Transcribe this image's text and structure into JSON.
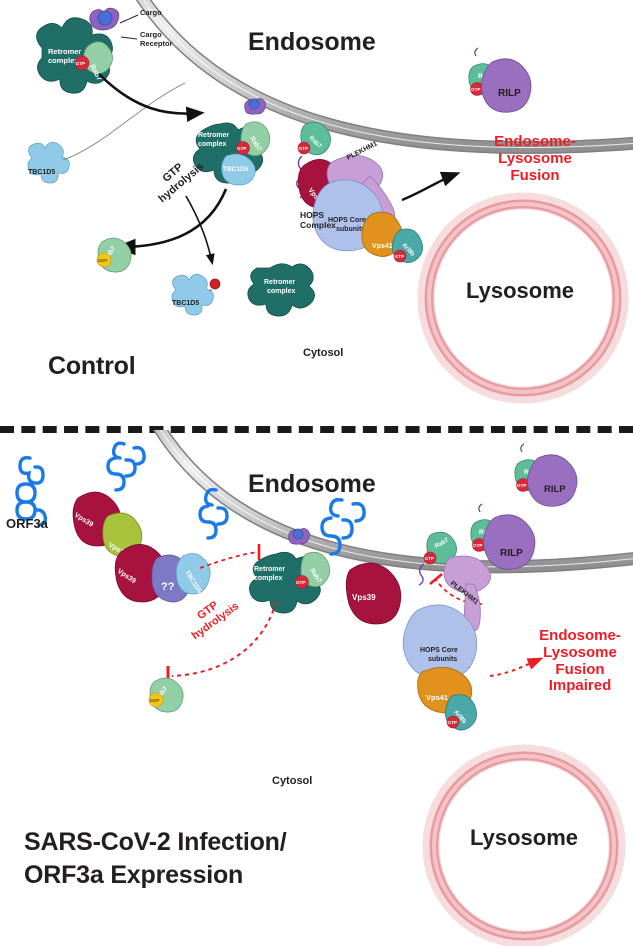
{
  "figure": {
    "type": "biological-pathway-diagram",
    "panels": [
      {
        "id": "control",
        "title": "Control",
        "compartments": {
          "endosome_label": "Endosome",
          "lysosome_label": "Lysosome",
          "cytosol_label": "Cytosol"
        },
        "callouts": [
          {
            "id": "cargo",
            "text": "Cargo"
          },
          {
            "id": "cargo-receptor",
            "text": "Cargo\nReceptor"
          }
        ],
        "proteins": [
          {
            "id": "retromer-top",
            "label": "Retromer\ncomplex",
            "color": "#1f6e68"
          },
          {
            "id": "rab7-top",
            "label": "Rab7",
            "color": "#93cfa4",
            "nucleotide": "GTP"
          },
          {
            "id": "tbc1d5-free",
            "label": "TBC1D5",
            "color": "#8fcbe8"
          },
          {
            "id": "retromer-mid",
            "label": "Retromer\ncomplex",
            "color": "#1f6e68"
          },
          {
            "id": "rab7-mid",
            "label": "Rab7",
            "color": "#93cfa4",
            "nucleotide": "GTP"
          },
          {
            "id": "tbc1d5-mid",
            "label": "TBC1D5",
            "color": "#8fcbe8"
          },
          {
            "id": "rab7-hops",
            "label": "Rab7",
            "color": "#5dbd9b",
            "nucleotide": "GTP"
          },
          {
            "id": "vps39",
            "label": "Vps39",
            "color": "#a8123e"
          },
          {
            "id": "plekhm1",
            "label": "PLEKHM1",
            "color": "#c79ed6"
          },
          {
            "id": "hops-core",
            "label": "HOPS Core\nsubunits",
            "color": "#aec1ea"
          },
          {
            "id": "vps41",
            "label": "Vps41",
            "color": "#e0921c"
          },
          {
            "id": "arl8b",
            "label": "Arl8b",
            "color": "#4aa8a8",
            "nucleotide": "GTP"
          },
          {
            "id": "rab7-rilp",
            "label": "Rab7",
            "color": "#5dbd9b",
            "nucleotide": "GTP"
          },
          {
            "id": "rilp",
            "label": "RILP",
            "color": "#9a6fc0"
          },
          {
            "id": "rab7-gdp",
            "label": "Rab7",
            "color": "#93cfa4",
            "nucleotide": "GDP"
          },
          {
            "id": "retromer-free",
            "label": "Retromer\ncomplex",
            "color": "#1f6e68"
          },
          {
            "id": "phosphate",
            "label": "Pi",
            "color": "#cc2222"
          }
        ],
        "complex_labels": [
          {
            "id": "hops-complex",
            "text": "HOPS\nComplex"
          }
        ],
        "reactions": [
          {
            "id": "gtp-hydrolysis",
            "text": "GTP\nhydrolysis",
            "style": "solid-arrow"
          }
        ],
        "outcome": {
          "id": "fusion",
          "text": "Endosome-\nLysosome\nFusion",
          "color": "#ee1c25"
        }
      },
      {
        "id": "infected",
        "title": "SARS-CoV-2 Infection/\nORF3a Expression",
        "compartments": {
          "endosome_label": "Endosome",
          "lysosome_label": "Lysosome",
          "cytosol_label": "Cytosol"
        },
        "proteins": [
          {
            "id": "orf3a-free",
            "label": "ORF3a",
            "color": "#1a7ae8"
          },
          {
            "id": "vps39-a",
            "label": "Vps39",
            "color": "#a8123e"
          },
          {
            "id": "vps11",
            "label": "Vps11",
            "color": "#a8c23c"
          },
          {
            "id": "vps39-b",
            "label": "Vps39",
            "color": "#a8123e"
          },
          {
            "id": "unknown",
            "label": "??",
            "color": "#7e79c4"
          },
          {
            "id": "tbc1d5-seq",
            "label": "TBC1D5",
            "color": "#8fcbe8"
          },
          {
            "id": "retromer",
            "label": "Retromer\ncomplex",
            "color": "#1f6e68"
          },
          {
            "id": "rab7-retromer",
            "label": "Rab7",
            "color": "#93cfa4",
            "nucleotide": "GTP"
          },
          {
            "id": "vps39-membrane",
            "label": "Vps39",
            "color": "#a8123e"
          },
          {
            "id": "rab7-plekhm1",
            "label": "Rab7",
            "color": "#5dbd9b",
            "nucleotide": "GTP"
          },
          {
            "id": "plekhm1",
            "label": "PLEKHM1",
            "color": "#c79ed6"
          },
          {
            "id": "hops-core",
            "label": "HOPS Core\nsubunits",
            "color": "#aec1ea"
          },
          {
            "id": "vps41",
            "label": "Vps41",
            "color": "#e0921c"
          },
          {
            "id": "arl8b",
            "label": "Arl8b",
            "color": "#4aa8a8",
            "nucleotide": "GTP"
          },
          {
            "id": "rab7-rilp-1",
            "label": "Rab7",
            "color": "#5dbd9b",
            "nucleotide": "GTP"
          },
          {
            "id": "rilp-1",
            "label": "RILP",
            "color": "#9a6fc0"
          },
          {
            "id": "rab7-rilp-2",
            "label": "Rab7",
            "color": "#5dbd9b",
            "nucleotide": "GTP"
          },
          {
            "id": "rilp-2",
            "label": "RILP",
            "color": "#9a6fc0"
          },
          {
            "id": "rab7-gdp",
            "label": "Rab7",
            "color": "#93cfa4",
            "nucleotide": "GDP"
          }
        ],
        "reactions": [
          {
            "id": "gtp-hydrolysis-blocked",
            "text": "GTP\nhydrolysis",
            "style": "red-dashed-inhibition"
          }
        ],
        "outcome": {
          "id": "fusion-impaired",
          "text": "Endosome-\nLysosome\nFusion\nImpaired",
          "color": "#ee1c25"
        }
      }
    ]
  },
  "palette": {
    "membrane_gray": "#9d9d9d",
    "membrane_light": "#d9d9d9",
    "lysosome_pink": "#e79aa0",
    "lysosome_fill": "#f8dcdd",
    "red_accent": "#ee1c25",
    "gtp_red": "#d6293a",
    "gdp_yellow": "#f5c518",
    "orf3a_blue": "#1a7ae8",
    "text_dark": "#231f20"
  }
}
